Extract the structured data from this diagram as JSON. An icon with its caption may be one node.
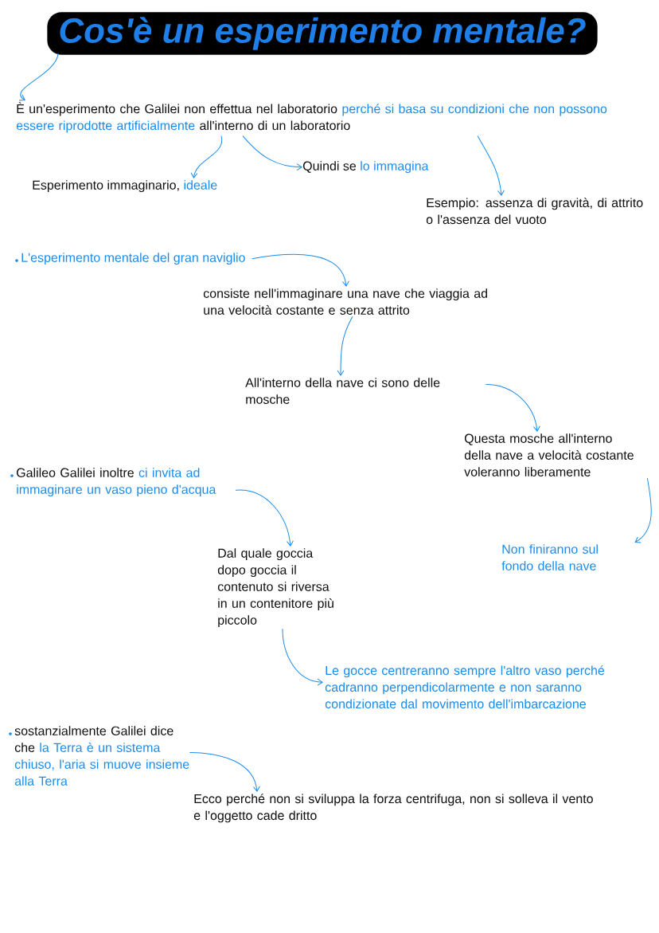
{
  "diagram": {
    "nodes": [
      {
        "text": [
          "Cos'è un esperimento mentale?"
        ]
      },
      {
        "text": [
          "È un'esperimento che Galilei non effettua nel laboratorio",
          "perché si basa su condizioni che non possono essere riprodotte artificialmente",
          "all'interno di un laboratorio"
        ]
      },
      {
        "text": [
          "Esperimento immaginario,",
          "ideale"
        ]
      },
      {
        "text": [
          "Quindi se",
          "lo immagina"
        ]
      },
      {
        "text": [
          "Esempio: assenza di gravità, di attrito o l'assenza del vuoto"
        ]
      },
      {
        "text": [
          "L'esperimento mentale del gran naviglio"
        ]
      },
      {
        "text": [
          "consiste nell'immaginare una nave che viaggia ad una velocità costante e senza attrito"
        ]
      },
      {
        "text": [
          "All'interno della nave ci sono delle mosche"
        ]
      },
      {
        "text": [
          "Questa mosche all'interno della nave a velocità costante voleranno liberamente"
        ]
      },
      {
        "text": [
          "Non finiranno sul fondo della nave"
        ]
      },
      {
        "text": [
          "Galileo Galilei inoltre",
          "ci invita ad immaginare un vaso pieno d'acqua"
        ]
      },
      {
        "text": [
          "Dal quale goccia dopo goccia il contenuto si riversa in un contenitore più piccolo"
        ]
      },
      {
        "text": [
          "Le gocce centreranno sempre l'altro vaso perché cadranno perpendicolarmente e non saranno condizionate dal movimento dell'imbarcazione"
        ]
      },
      {
        "text": [
          "sostanzialmente Galilei dice che",
          "la Terra è un sistema chiuso, l'aria si muove insieme alla Terra"
        ]
      },
      {
        "text": [
          "Ecco perché non si sviluppa la forza centrifuga, non si solleva il vento e l'oggetto cade dritto"
        ]
      }
    ],
    "edges": [
      {
        "from": 0,
        "to": 1,
        "arrow": "to"
      },
      {
        "from": 1,
        "to": 2,
        "arrow": "to"
      },
      {
        "from": 1,
        "to": 3,
        "arrow": "to"
      },
      {
        "from": 1,
        "to": 4,
        "arrow": "to"
      },
      {
        "from": 5,
        "to": 6,
        "arrow": "to"
      },
      {
        "from": 6,
        "to": 7,
        "arrow": "to"
      },
      {
        "from": 7,
        "to": 8,
        "arrow": "to"
      },
      {
        "from": 8,
        "to": 9,
        "arrow": "to"
      },
      {
        "from": 10,
        "to": 11,
        "arrow": "to"
      },
      {
        "from": 11,
        "to": 12,
        "arrow": "to"
      },
      {
        "from": 13,
        "to": 14,
        "arrow": "to"
      }
    ]
  }
}
